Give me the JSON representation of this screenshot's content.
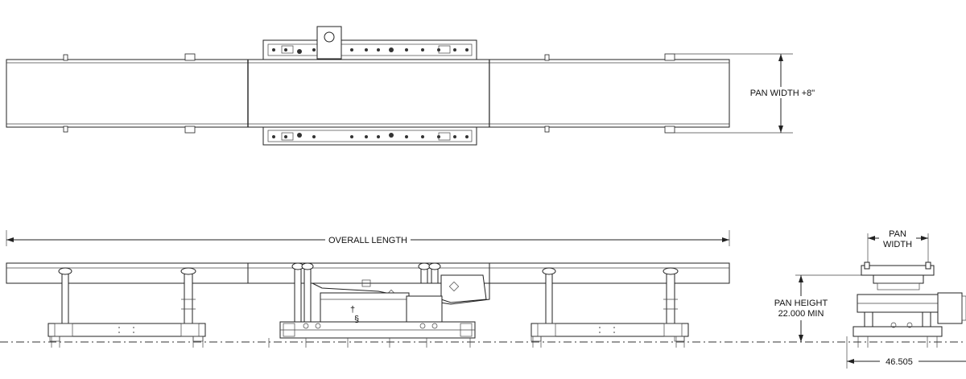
{
  "drawing": {
    "view_top": {
      "dim_pan_width_plus": "PAN WIDTH +8\""
    },
    "view_side": {
      "dim_overall_length": "OVERALL LENGTH"
    },
    "view_end": {
      "dim_pan_width_line1": "PAN",
      "dim_pan_width_line2": "WIDTH",
      "dim_pan_height_line1": "PAN HEIGHT",
      "dim_pan_height_line2": "22.000 MIN",
      "dim_base_width": "46.505"
    }
  }
}
